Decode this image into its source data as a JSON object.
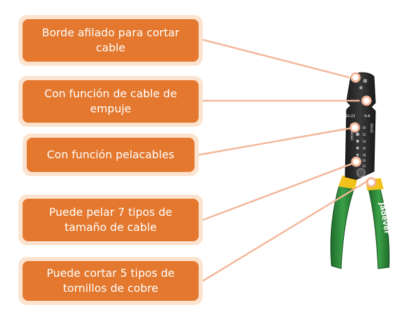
{
  "callouts": [
    {
      "text": "Borde afilado para cortar cable"
    },
    {
      "text": "Con función de cable de empuje"
    },
    {
      "text": "Con función pelacables"
    },
    {
      "text": "Puede pelar 7 tipos de tamaño de cable"
    },
    {
      "text": "Puede cortar 5 tipos de tornillos de cobre"
    }
  ],
  "tool": {
    "brand": "Jadever",
    "head_labels": [
      "10-22",
      "6-8",
      "STRANDED",
      "SOLID",
      "10",
      "12",
      "14",
      "16",
      "18",
      "20",
      "22"
    ]
  },
  "colors": {
    "callout_fill": "#e3782e",
    "callout_border": "#fbe3cf",
    "leader_line": "#f3b799",
    "handle_green": "#2f8a3c",
    "handle_yellow": "#f2c21b",
    "metal": "#2b2b2b"
  }
}
